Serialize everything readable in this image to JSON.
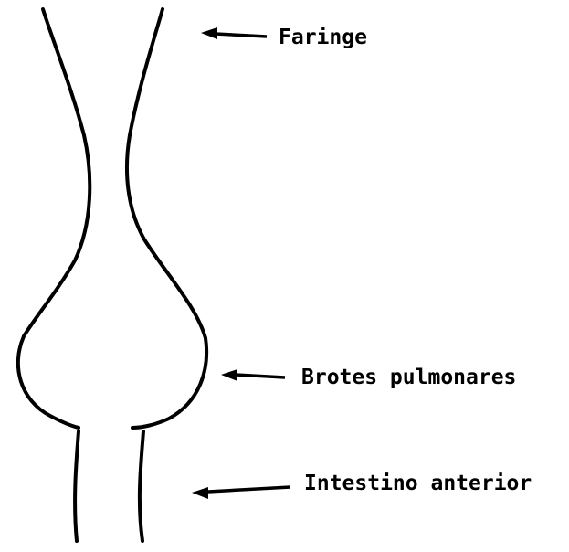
{
  "labels": {
    "faringe": "Faringe",
    "brotes_pulmonares": "Brotes pulmonares",
    "intestino_anterior": "Intestino anterior"
  },
  "colors": {
    "ink": "#000000",
    "background": "#ffffff"
  }
}
